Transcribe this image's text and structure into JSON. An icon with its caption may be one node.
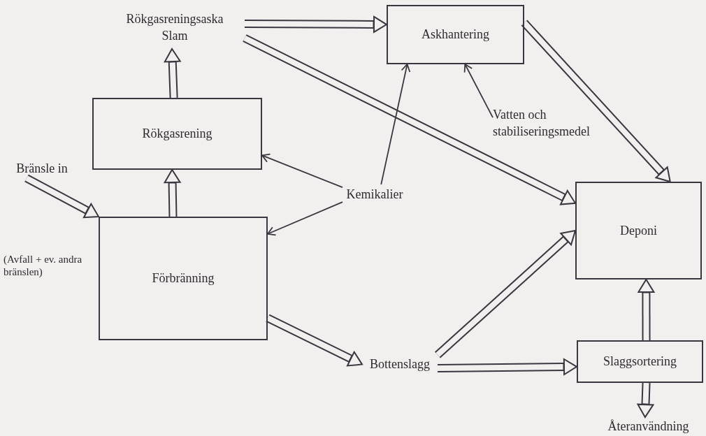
{
  "diagram": {
    "nodes": [
      {
        "text": [
          "Rökgasreningsaska",
          "Slam"
        ]
      },
      {
        "text": [
          "Askhantering"
        ]
      },
      {
        "text": [
          "Rökgasrening"
        ]
      },
      {
        "text": [
          "Bränsle in"
        ]
      },
      {
        "text": [
          "Förbränning"
        ]
      },
      {
        "text": [
          "Kemikalier"
        ]
      },
      {
        "text": [
          "Vatten och stabiliseringsmedel"
        ]
      },
      {
        "text": [
          "Deponi"
        ]
      },
      {
        "text": [
          "Bottenslagg"
        ]
      },
      {
        "text": [
          "Slaggsortering"
        ]
      },
      {
        "text": [
          "Återanvändning"
        ]
      }
    ],
    "edges": [
      {
        "from": 0,
        "to": 1,
        "arrow": "to"
      },
      {
        "from": 0,
        "to": 7,
        "arrow": "to"
      },
      {
        "from": 2,
        "to": 0,
        "arrow": "to"
      },
      {
        "from": 4,
        "to": 2,
        "arrow": "to"
      },
      {
        "from": 3,
        "to": 4,
        "arrow": "to"
      },
      {
        "from": 5,
        "to": 2,
        "arrow": "to"
      },
      {
        "from": 5,
        "to": 4,
        "arrow": "to"
      },
      {
        "from": 5,
        "to": 1,
        "arrow": "to"
      },
      {
        "from": 6,
        "to": 1,
        "arrow": "to"
      },
      {
        "from": 1,
        "to": 7,
        "arrow": "to"
      },
      {
        "from": 4,
        "to": 8,
        "arrow": "to"
      },
      {
        "from": 8,
        "to": 7,
        "arrow": "to"
      },
      {
        "from": 8,
        "to": 9,
        "arrow": "to"
      },
      {
        "from": 9,
        "to": 7,
        "arrow": "to"
      },
      {
        "from": 9,
        "to": 10,
        "arrow": "to"
      }
    ],
    "labels": [
      "(Avfall + ev. andra bränslen)"
    ]
  }
}
